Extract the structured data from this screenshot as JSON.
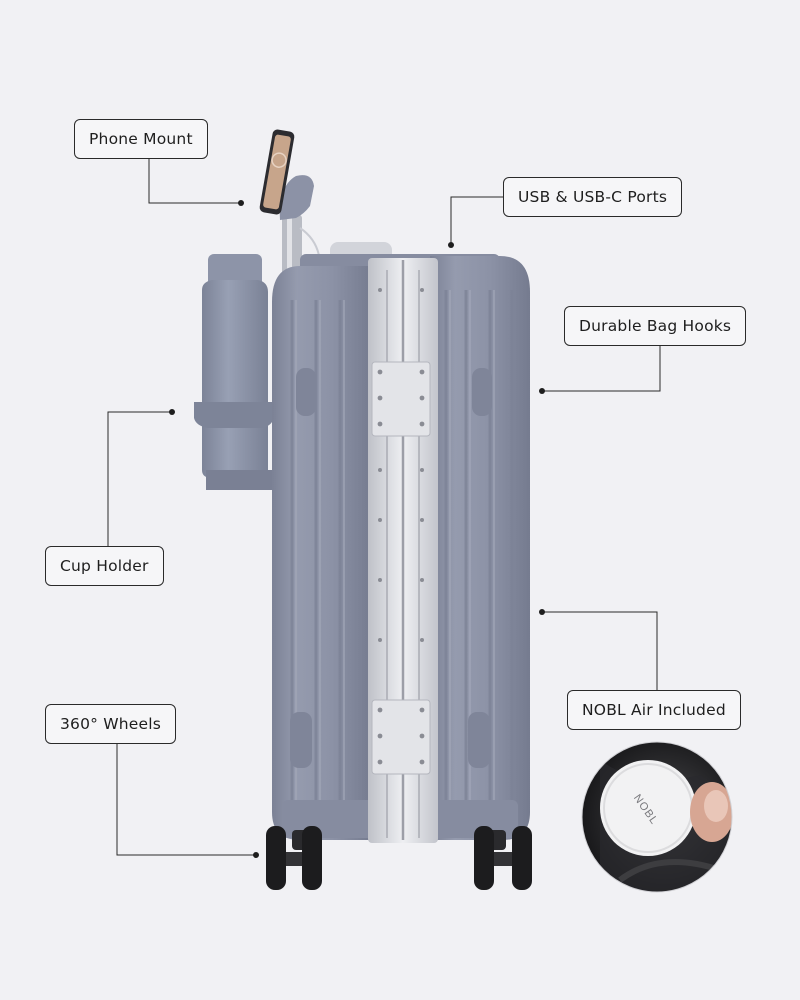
{
  "callouts": {
    "phone_mount": "Phone Mount",
    "usb_ports": "USB & USB-C Ports",
    "bag_hooks": "Durable Bag Hooks",
    "cup_holder": "Cup Holder",
    "wheels": "360° Wheels",
    "nobl_air": "NOBL Air Included"
  },
  "tracker": {
    "logo_text": "NOBL"
  },
  "colors": {
    "background": "#f1f1f4",
    "shell": "#8f95a8",
    "shell_dark": "#747a8d",
    "frame": "#d8d9de",
    "bottle": "#8b92a6",
    "wheel": "#1c1c1e"
  }
}
